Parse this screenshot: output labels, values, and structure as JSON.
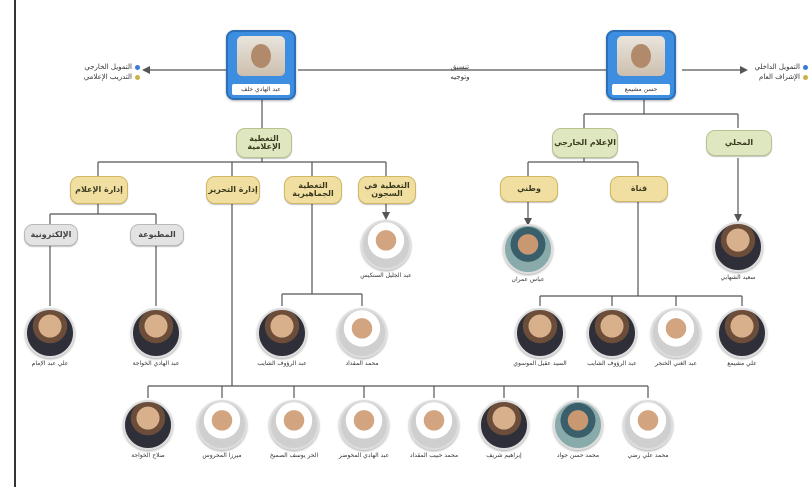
{
  "leaders": {
    "left": "عبد الهادي خلف",
    "right": "حسن مشيمع"
  },
  "leader_link": {
    "line1": "تنسيق",
    "line2": "وتوجيه"
  },
  "legends": {
    "left": [
      "التمويل الخارجي",
      "التدريب الإعلامي"
    ],
    "right": [
      "التمويل الداخلي",
      "الإشراف العام"
    ]
  },
  "nodes": {
    "internal_comms": "التغطية الإعلامية",
    "foreign_media": "الإعلام الخارجي",
    "local": "المحلي",
    "watan": "وطني",
    "tv": "قناة",
    "editorial_mgmt": "إدارة الإعلام",
    "editor": "إدارة التحرير",
    "public_comm": "التغطية الجماهيرية",
    "direct_comm": "التغطية في السجون",
    "electronic": "الإلكترونية",
    "print": "المطبوعة"
  },
  "people": {
    "local": "سعيد الشهابي",
    "watan": "عباس عمران",
    "direct": "عبد الجليل السنكيس",
    "tv": [
      "السيد عقيل الموسوي",
      "عبد الرؤوف الشايب",
      "عبد الغني الخنجر",
      "علي مشيمع"
    ],
    "public": [
      "عبد الرؤوف الشايب",
      "محمد المقداد"
    ],
    "electronic": "علي عبد الإمام",
    "print": "عبد الهادي الخواجة",
    "editors": [
      "صلاح الخواجة",
      "ميرزا المحروس",
      "الحر يوسف الصميخ",
      "عبد الهادي المخوضر",
      "محمد حبيب المقداد",
      "إبراهيم شريف",
      "محمد حسن جواد",
      "محمد علي رضي"
    ]
  }
}
